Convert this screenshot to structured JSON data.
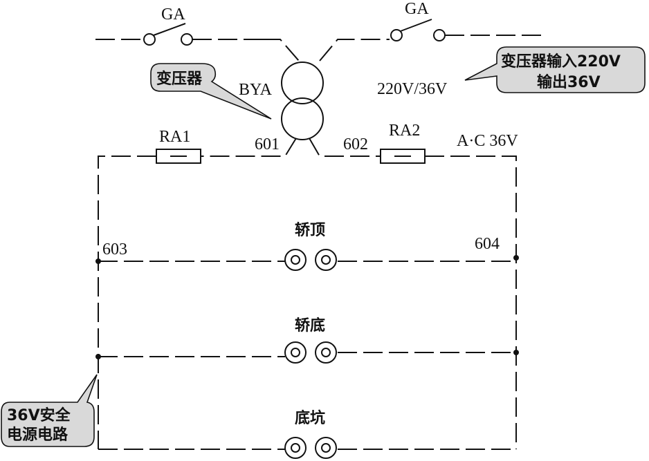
{
  "switch_left_label": "GA",
  "switch_right_label": "GA",
  "transformer_label": "BYA",
  "transformer_callout": "变压器",
  "ratio_label": "220V/36V",
  "transformer_note_line1": "变压器输入220V",
  "transformer_note_line2": "输出36V",
  "fuse_left_label": "RA1",
  "fuse_right_label": "RA2",
  "node_601": "601",
  "node_602": "602",
  "ac_label": "A·C 36V",
  "node_603": "603",
  "node_604": "604",
  "socket_car_top": "轿顶",
  "socket_car_bottom": "轿底",
  "socket_pit": "底坑",
  "circuit_note_line1": "36V安全",
  "circuit_note_line2": "电源电路"
}
